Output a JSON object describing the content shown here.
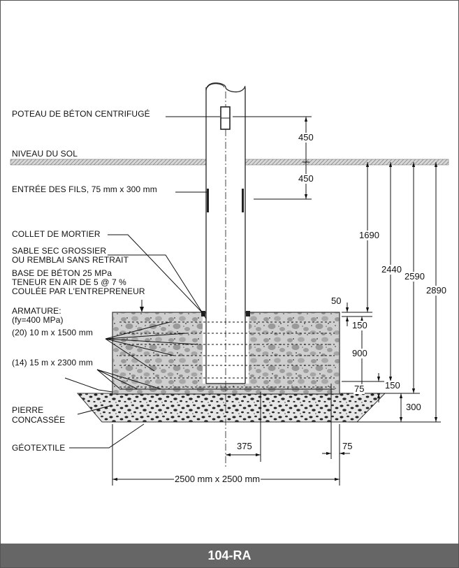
{
  "labels": {
    "poteau": "POTEAU DE BÉTON CENTRIFUGÉ",
    "niveau": "NIVEAU DU SOL",
    "entree": "ENTRÉE DES FILS, 75 mm x 300 mm",
    "collet": "COLLET DE MORTIER",
    "sable_1": "SABLE SEC GROSSIER",
    "sable_2": "OU REMBLAI SANS RETRAIT",
    "base_1": "BASE DE BÉTON 25 MPa",
    "base_2": "TENEUR EN AIR DE 5 @ 7 %",
    "base_3": "COULÉE PAR L'ENTREPRENEUR",
    "armature_1": "ARMATURE:",
    "armature_2": "(fy=400 MPa)",
    "armature_3": "(20) 10 m x 1500 mm",
    "armature_4": "(14) 15 m x 2300 mm",
    "pierre_1": "PIERRE",
    "pierre_2": "CONCASSÉE",
    "geotextile": "GÉOTEXTILE"
  },
  "dimensions": {
    "d450a": "450",
    "d450b": "450",
    "d1690": "1690",
    "d2440": "2440",
    "d2590": "2590",
    "d2890": "2890",
    "d50": "50",
    "d150a": "150",
    "d900": "900",
    "d75a": "75",
    "d150b": "150",
    "d300": "300",
    "d375": "375",
    "d75b": "75",
    "base_size": "2500 mm x 2500 mm"
  },
  "footer": {
    "code": "104-RA"
  }
}
